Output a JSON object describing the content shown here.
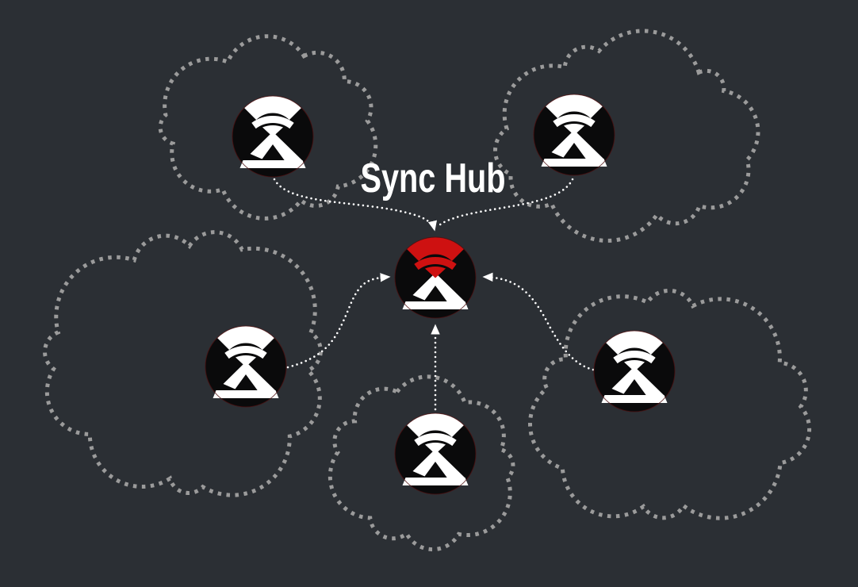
{
  "title": "Sync Hub",
  "colors": {
    "background": "#2b2f34",
    "cloud_outline": "#9b9b9b",
    "arrow": "#ffffff",
    "node_fill": "#0a0a0b",
    "node_ring": "#4d0f0f",
    "satellite_accent": "#ffffff",
    "hub_accent": "#ce1111",
    "triangle": "#ffffff",
    "title_color": "#ffffff"
  },
  "hub": {
    "id": "hub",
    "label": "Sync Hub",
    "icon": "wifi-beacon-icon",
    "accent": "#ce1111"
  },
  "satellites": [
    {
      "id": "top-left",
      "icon": "wifi-beacon-icon",
      "accent": "#ffffff"
    },
    {
      "id": "top-right",
      "icon": "wifi-beacon-icon",
      "accent": "#ffffff"
    },
    {
      "id": "left",
      "icon": "wifi-beacon-icon",
      "accent": "#ffffff"
    },
    {
      "id": "bottom",
      "icon": "wifi-beacon-icon",
      "accent": "#ffffff"
    },
    {
      "id": "right",
      "icon": "wifi-beacon-icon",
      "accent": "#ffffff"
    }
  ],
  "connections": [
    {
      "from": "top-left",
      "to": "hub"
    },
    {
      "from": "top-right",
      "to": "hub"
    },
    {
      "from": "left",
      "to": "hub"
    },
    {
      "from": "bottom",
      "to": "hub"
    },
    {
      "from": "right",
      "to": "hub"
    }
  ]
}
